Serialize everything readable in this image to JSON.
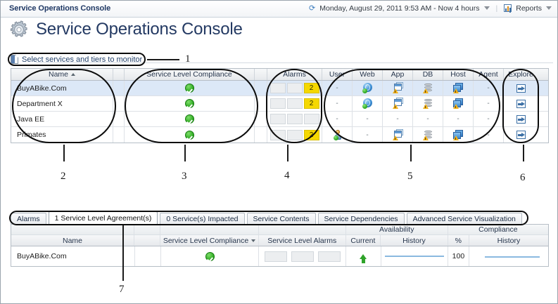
{
  "window": {
    "title": "Service Operations Console"
  },
  "header": {
    "time_range": "Monday, August 29, 2011 9:53 AM - Now 4 hours",
    "time_icon": "clock-icon",
    "reports_label": "Reports",
    "reports_icon": "reports-chart-icon",
    "caret_icon": "chevron-down-icon"
  },
  "page": {
    "title": "Service Operations Console",
    "gear_icon": "gear-icon"
  },
  "select_bar": {
    "label": "Select services and tiers to monitor",
    "icon": "panel-icon"
  },
  "upper_grid": {
    "columns": {
      "name": "Name",
      "service_level_compliance": "Service Level Compliance",
      "alarms": "Alarms",
      "user": "User",
      "web": "Web",
      "app": "App",
      "db": "DB",
      "host": "Host",
      "agent": "Agent",
      "explore": "Explore"
    },
    "sort": {
      "column": "Name",
      "direction": "asc"
    },
    "rows": [
      {
        "name": "BuyABike.Com",
        "selected": true,
        "compliance": "ok",
        "alarms": [
          "",
          "",
          "2"
        ],
        "alarm_warn_index": 2,
        "user": "-",
        "web": "globe-icon",
        "app": "app-window-icon",
        "db": "database-icon",
        "host": "host-icon",
        "agent": "-",
        "explore": "explore-icon"
      },
      {
        "name": "Department X",
        "selected": false,
        "compliance": "ok",
        "alarms": [
          "",
          "",
          "2"
        ],
        "alarm_warn_index": 2,
        "user": "-",
        "web": "globe-icon",
        "app": "app-window-icon",
        "db": "database-icon",
        "host": "host-icon",
        "agent": "-",
        "explore": "explore-icon"
      },
      {
        "name": "Java EE",
        "selected": false,
        "compliance": "ok",
        "alarms": [
          "",
          "",
          ""
        ],
        "alarm_warn_index": -1,
        "user": "-",
        "web": "-",
        "app": "-",
        "db": "-",
        "host": "-",
        "agent": "-",
        "explore": "explore-icon"
      },
      {
        "name": "Primates",
        "selected": false,
        "compliance": "ok",
        "alarms": [
          "",
          "",
          "2"
        ],
        "alarm_warn_index": 2,
        "user": "user-icon",
        "web": "-",
        "app": "app-window-icon",
        "db": "database-icon",
        "host": "host-icon",
        "agent": "-",
        "explore": "explore-icon"
      }
    ]
  },
  "lower_panel": {
    "tabs": [
      {
        "label": "Alarms",
        "active": false
      },
      {
        "label": "1 Service Level Agreement(s)",
        "active": true
      },
      {
        "label": "0 Service(s) Impacted",
        "active": false
      },
      {
        "label": "Service Contents",
        "active": false
      },
      {
        "label": "Service Dependencies",
        "active": false
      },
      {
        "label": "Advanced Service Visualization",
        "active": false
      }
    ],
    "group_headers": {
      "availability": "Availability",
      "compliance": "Compliance"
    },
    "columns": {
      "name": "Name",
      "service_level_compliance": "Service Level Compliance",
      "service_level_alarms": "Service Level Alarms",
      "current": "Current",
      "availability_history": "History",
      "percent": "%",
      "compliance_history": "History"
    },
    "sort": {
      "column": "Service Level Compliance",
      "direction": "desc"
    },
    "rows": [
      {
        "name": "BuyABike.Com",
        "compliance": "ok",
        "alarms": [
          "",
          "",
          ""
        ],
        "current": "up-arrow-icon",
        "availability_history": "sparkline",
        "percent": "100",
        "compliance_history": "sparkline"
      }
    ]
  },
  "callouts": [
    {
      "number": "1"
    },
    {
      "number": "2"
    },
    {
      "number": "3"
    },
    {
      "number": "4"
    },
    {
      "number": "5"
    },
    {
      "number": "6"
    },
    {
      "number": "7"
    }
  ],
  "colors": {
    "accent": "#3f7fbf",
    "title": "#243a63",
    "ok_green": "#2aa61e",
    "alarm_yellow": "#f5d800",
    "selection": "#dce8f7"
  }
}
